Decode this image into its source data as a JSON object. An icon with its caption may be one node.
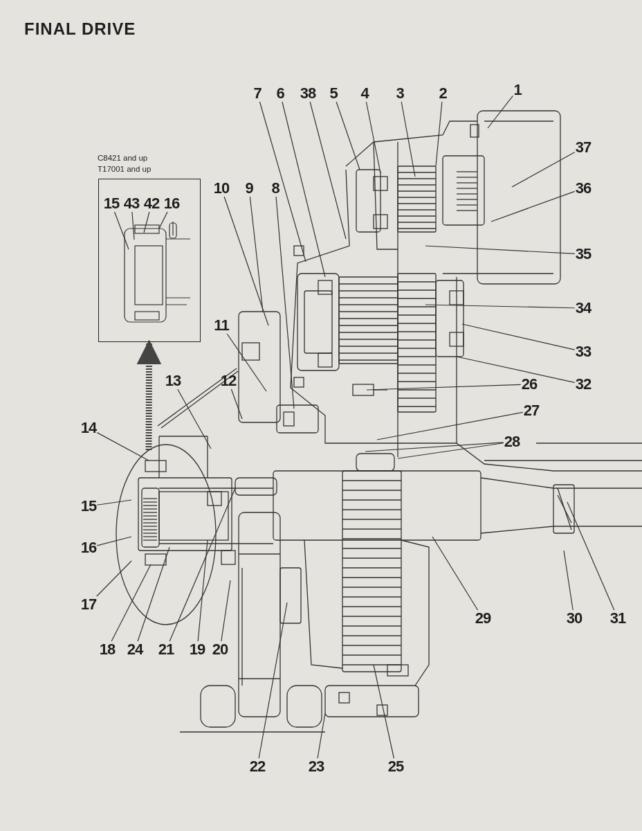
{
  "diagram": {
    "title": "FINAL DRIVE",
    "nodes": [
      {
        "text": [
          "C8421 and up",
          "T17001 and up"
        ]
      },
      {
        "text": [
          "15"
        ],
        "in": 0
      },
      {
        "text": [
          "43"
        ],
        "in": 0
      },
      {
        "text": [
          "42"
        ],
        "in": 0
      },
      {
        "text": [
          "16"
        ],
        "in": 0
      },
      {
        "text": [
          "7"
        ]
      },
      {
        "text": [
          "6"
        ]
      },
      {
        "text": [
          "38"
        ]
      },
      {
        "text": [
          "5"
        ]
      },
      {
        "text": [
          "4"
        ]
      },
      {
        "text": [
          "3"
        ]
      },
      {
        "text": [
          "2"
        ]
      },
      {
        "text": [
          "1"
        ]
      },
      {
        "text": [
          "37"
        ]
      },
      {
        "text": [
          "36"
        ]
      },
      {
        "text": [
          "10"
        ]
      },
      {
        "text": [
          "9"
        ]
      },
      {
        "text": [
          "8"
        ]
      },
      {
        "text": [
          "35"
        ]
      },
      {
        "text": [
          "34"
        ]
      },
      {
        "text": [
          "11"
        ]
      },
      {
        "text": [
          "33"
        ]
      },
      {
        "text": [
          "12"
        ]
      },
      {
        "text": [
          "13"
        ]
      },
      {
        "text": [
          "26"
        ]
      },
      {
        "text": [
          "32"
        ]
      },
      {
        "text": [
          "27"
        ]
      },
      {
        "text": [
          "14"
        ]
      },
      {
        "text": [
          "28"
        ]
      },
      {
        "text": [
          "15"
        ]
      },
      {
        "text": [
          "16"
        ]
      },
      {
        "text": [
          "17"
        ]
      },
      {
        "text": [
          "29"
        ]
      },
      {
        "text": [
          "30"
        ]
      },
      {
        "text": [
          "31"
        ]
      },
      {
        "text": [
          "18"
        ]
      },
      {
        "text": [
          "24"
        ]
      },
      {
        "text": [
          "21"
        ]
      },
      {
        "text": [
          "19"
        ]
      },
      {
        "text": [
          "20"
        ]
      },
      {
        "text": [
          "22"
        ]
      },
      {
        "text": [
          "23"
        ]
      },
      {
        "text": [
          "25"
        ]
      }
    ],
    "edges": [
      {
        "from": 1,
        "to": null,
        "arrow": "none"
      },
      {
        "from": 2,
        "to": null,
        "arrow": "none"
      },
      {
        "from": 3,
        "to": null,
        "arrow": "none"
      },
      {
        "from": 4,
        "to": null,
        "arrow": "none"
      },
      {
        "from": 5,
        "to": null,
        "arrow": "none"
      },
      {
        "from": 6,
        "to": null,
        "arrow": "none"
      },
      {
        "from": 7,
        "to": null,
        "arrow": "none"
      },
      {
        "from": 8,
        "to": null,
        "arrow": "none"
      },
      {
        "from": 9,
        "to": null,
        "arrow": "none"
      },
      {
        "from": 10,
        "to": null,
        "arrow": "none"
      },
      {
        "from": 11,
        "to": null,
        "arrow": "none"
      },
      {
        "from": 12,
        "to": null,
        "arrow": "none"
      },
      {
        "from": 13,
        "to": null,
        "arrow": "none"
      },
      {
        "from": 14,
        "to": null,
        "arrow": "none"
      },
      {
        "from": 15,
        "to": null,
        "arrow": "none"
      },
      {
        "from": 16,
        "to": null,
        "arrow": "none"
      },
      {
        "from": 17,
        "to": null,
        "arrow": "none"
      },
      {
        "from": 18,
        "to": null,
        "arrow": "none"
      },
      {
        "from": 19,
        "to": null,
        "arrow": "none"
      },
      {
        "from": 20,
        "to": null,
        "arrow": "none"
      },
      {
        "from": 21,
        "to": null,
        "arrow": "none"
      },
      {
        "from": 22,
        "to": null,
        "arrow": "none"
      },
      {
        "from": 23,
        "to": null,
        "arrow": "none"
      },
      {
        "from": 24,
        "to": null,
        "arrow": "none"
      },
      {
        "from": 25,
        "to": null,
        "arrow": "none"
      },
      {
        "from": 26,
        "to": null,
        "arrow": "none"
      },
      {
        "from": 27,
        "to": null,
        "arrow": "none"
      },
      {
        "from": 28,
        "to": null,
        "arrow": "none"
      },
      {
        "from": 28,
        "to": null,
        "arrow": "none"
      },
      {
        "from": 29,
        "to": null,
        "arrow": "none"
      },
      {
        "from": 30,
        "to": null,
        "arrow": "none"
      },
      {
        "from": 31,
        "to": null,
        "arrow": "none"
      },
      {
        "from": 32,
        "to": null,
        "arrow": "none"
      },
      {
        "from": 33,
        "to": null,
        "arrow": "none"
      },
      {
        "from": 34,
        "to": null,
        "arrow": "none"
      },
      {
        "from": 35,
        "to": null,
        "arrow": "none"
      },
      {
        "from": 36,
        "to": null,
        "arrow": "none"
      },
      {
        "from": 37,
        "to": null,
        "arrow": "none"
      },
      {
        "from": 38,
        "to": null,
        "arrow": "none"
      },
      {
        "from": 39,
        "to": null,
        "arrow": "none"
      },
      {
        "from": 40,
        "to": null,
        "arrow": "none"
      },
      {
        "from": 41,
        "to": null,
        "arrow": "none"
      },
      {
        "from": 42,
        "to": null,
        "arrow": "none"
      },
      {
        "from": null,
        "to": 0,
        "arrow": "to",
        "style": "thick"
      }
    ]
  }
}
